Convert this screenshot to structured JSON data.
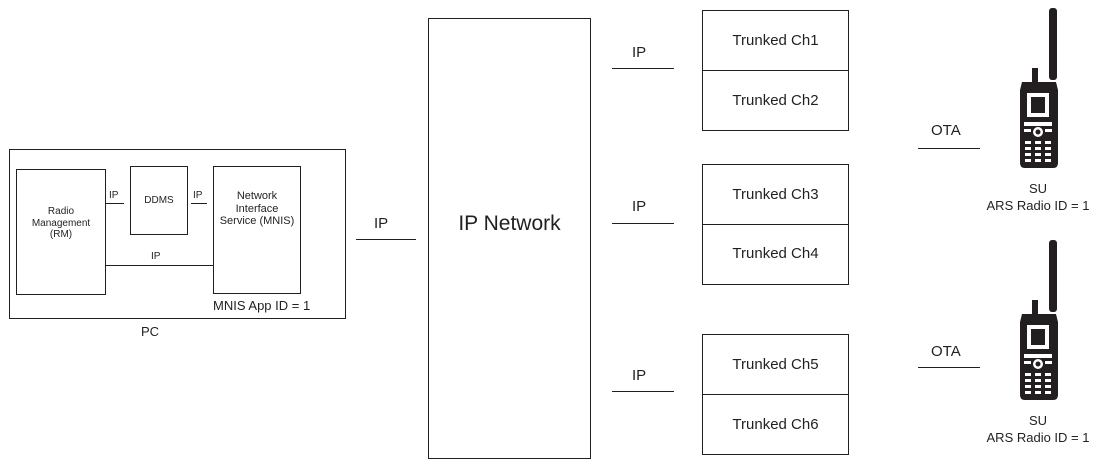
{
  "pc": {
    "caption": "PC",
    "rm_label": "Radio Management (RM)",
    "ddms_label": "DDMS",
    "mnis_label": "Network Interface Service (MNIS)",
    "mnis_app_id": "MNIS App ID = 1",
    "link_rm_ddms": "IP",
    "link_ddms_mnis": "IP",
    "link_rm_mnis": "IP"
  },
  "pc_to_network_link": "IP",
  "ip_network_label": "IP Network",
  "channel_groups": [
    {
      "link_label": "IP",
      "channels": [
        "Trunked Ch1",
        "Trunked Ch2"
      ]
    },
    {
      "link_label": "IP",
      "channels": [
        "Trunked Ch3",
        "Trunked Ch4"
      ]
    },
    {
      "link_label": "IP",
      "channels": [
        "Trunked Ch5",
        "Trunked Ch6"
      ]
    }
  ],
  "subscriber_units": [
    {
      "ota_label": "OTA",
      "name": "SU",
      "ars_id": "ARS Radio ID = 1",
      "icon": "radio-handset-icon"
    },
    {
      "ota_label": "OTA",
      "name": "SU",
      "ars_id": "ARS Radio ID = 1",
      "icon": "radio-handset-icon"
    }
  ]
}
